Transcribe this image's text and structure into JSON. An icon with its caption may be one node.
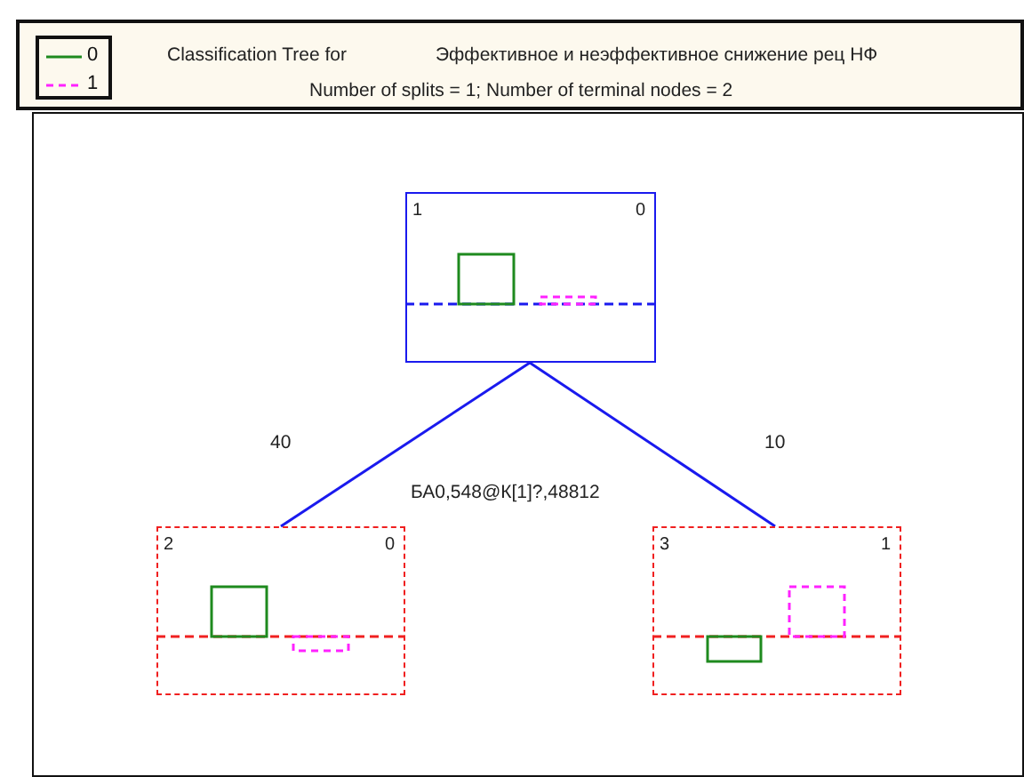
{
  "diagram": {
    "title": "Classification Tree for",
    "nodes": [
      {
        "text": [
          "1",
          "0"
        ]
      },
      {
        "text": [
          "2",
          "0"
        ]
      },
      {
        "text": [
          "3",
          "1"
        ]
      }
    ],
    "edges": [
      {
        "from": 0,
        "to": 1,
        "arrow": "none",
        "label": "40"
      },
      {
        "from": 0,
        "to": 2,
        "arrow": "none",
        "label": "10"
      }
    ],
    "labels": [
      "Эффективное и неэффективное снижение рец НФ",
      "Number of splits = 1; Number of terminal nodes = 2",
      "БА0,548@К[1]?,48812"
    ],
    "legend": [
      {
        "text": "0"
      },
      {
        "text": "1"
      }
    ]
  }
}
